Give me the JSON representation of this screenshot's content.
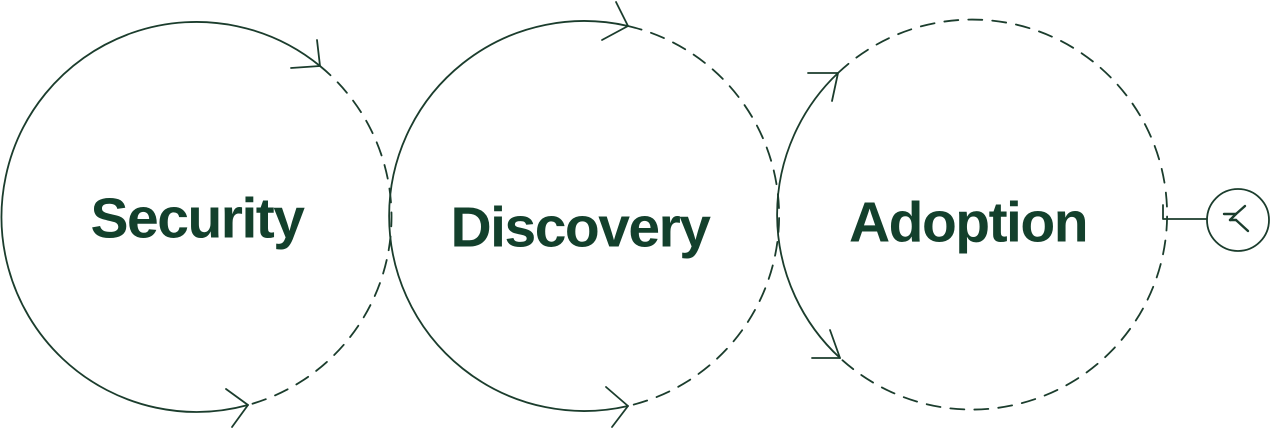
{
  "stages": [
    {
      "label": "Security"
    },
    {
      "label": "Discovery"
    },
    {
      "label": "Adoption"
    }
  ],
  "end_icon": "kestra-logo-icon",
  "colors": {
    "stroke": "#1b3d2d",
    "text": "#13402c",
    "background": "#ffffff"
  }
}
